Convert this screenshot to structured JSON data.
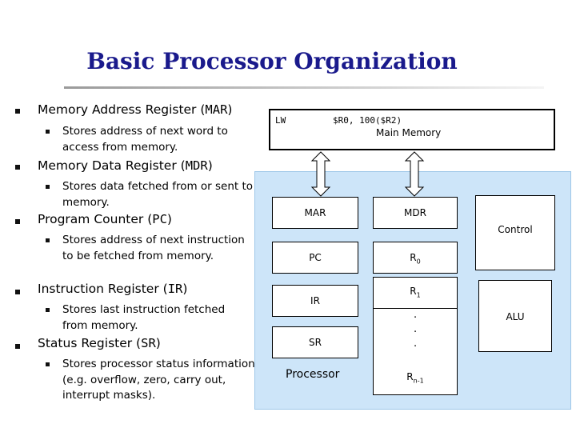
{
  "title": "Basic Processor Organization",
  "bullets": [
    {
      "label": "Memory Address Register (",
      "code": "MAR",
      "close": ")",
      "sub": "Stores address of next word to access from memory."
    },
    {
      "label": "Memory Data Register (",
      "code": "MDR",
      "close": ")",
      "sub": "Stores data fetched from or sent to memory."
    },
    {
      "label": "Program Counter (",
      "code": "PC",
      "close": ")",
      "sub": "Stores address of next instruction to be fetched from memory."
    },
    {
      "label": "Instruction Register (",
      "code": "IR",
      "close": ")",
      "sub": "Stores last instruction fetched from memory."
    },
    {
      "label": "Status Register (",
      "code": "SR",
      "close": ")",
      "sub": "Stores processor status information (e.g. overflow, zero, carry out, interrupt masks)."
    }
  ],
  "memory": {
    "opcode": "LW",
    "operands": "$R0, 100($R2)",
    "label": "Main Memory"
  },
  "processor": {
    "label": "Processor",
    "registers": {
      "mar": "MAR",
      "mdr": "MDR",
      "pc": "PC",
      "r0": "R",
      "r0_sub": "0",
      "ir": "IR",
      "r1": "R",
      "r1_sub": "1",
      "sr": "SR",
      "rn": "R",
      "rn_sub": "n-1",
      "dots": ".",
      "control": "Control",
      "alu": "ALU"
    }
  },
  "colors": {
    "title": "#1a1a8c",
    "processor_bg": "#cde5f9"
  }
}
